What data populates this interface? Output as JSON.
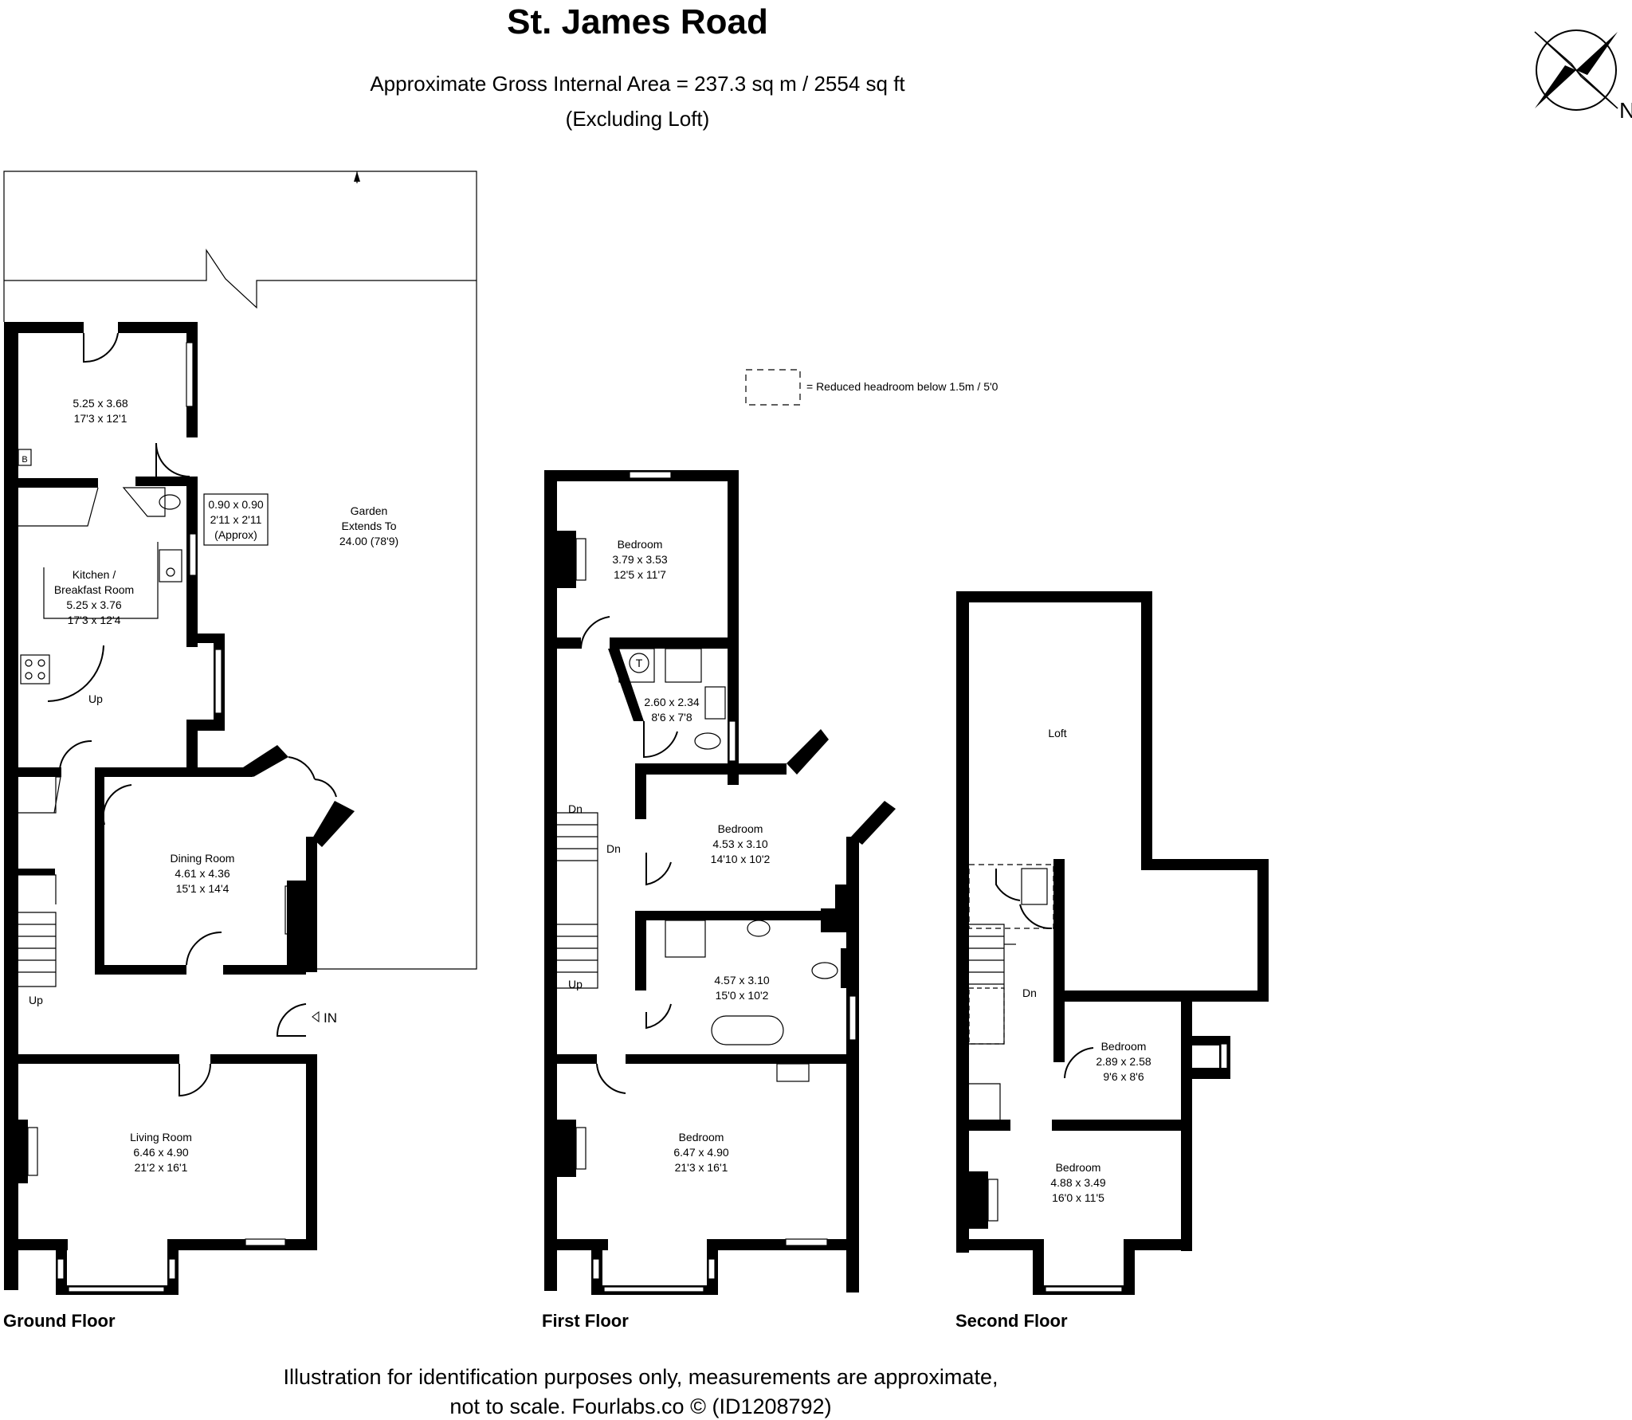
{
  "title": "St. James Road",
  "subtitle_line1": "Approximate Gross Internal Area = 237.3 sq m / 2554 sq ft",
  "subtitle_line2": "(Excluding Loft)",
  "compass": {
    "label": "N",
    "icon": "compass-rose-icon"
  },
  "legend": {
    "text": "= Reduced headroom below 1.5m / 5'0"
  },
  "footer": {
    "line1": "Illustration for identification purposes only, measurements are approximate,",
    "line2": "not to scale. Fourlabs.co © (ID1208792)"
  },
  "floors": {
    "ground": {
      "name": "Ground Floor",
      "rooms": {
        "rear_room": {
          "name": "",
          "metric": "5.25 x 3.68",
          "imperial": "17'3 x 12'1"
        },
        "wc": {
          "name": "",
          "metric": "0.90 x 0.90",
          "imperial": "2'11 x 2'11",
          "note": "(Approx)"
        },
        "kitchen": {
          "name_line1": "Kitchen /",
          "name_line2": "Breakfast Room",
          "metric": "5.25 x 3.76",
          "imperial": "17'3 x 12'4"
        },
        "garden": {
          "name": "Garden",
          "line2": "Extends To",
          "line3": "24.00 (78'9)"
        },
        "dining": {
          "name": "Dining Room",
          "metric": "4.61 x 4.36",
          "imperial": "15'1 x 14'4"
        },
        "living": {
          "name": "Living Room",
          "metric": "6.46 x 4.90",
          "imperial": "21'2 x 16'1"
        }
      },
      "labels": {
        "boiler": "B",
        "up_kitchen": "Up",
        "up_stairs": "Up",
        "entrance": "IN"
      }
    },
    "first": {
      "name": "First Floor",
      "rooms": {
        "bedroom_rear": {
          "name": "Bedroom",
          "metric": "3.79 x 3.53",
          "imperial": "12'5 x 11'7"
        },
        "shower": {
          "name": "",
          "metric": "2.60 x 2.34",
          "imperial": "8'6 x 7'8"
        },
        "bedroom_mid": {
          "name": "Bedroom",
          "metric": "4.53 x 3.10",
          "imperial": "14'10 x 10'2"
        },
        "bathroom": {
          "name": "",
          "metric": "4.57 x 3.10",
          "imperial": "15'0 x 10'2"
        },
        "bedroom_front": {
          "name": "Bedroom",
          "metric": "6.47 x 4.90",
          "imperial": "21'3 x 16'1"
        }
      },
      "labels": {
        "tank": "T",
        "dn1": "Dn",
        "dn2": "Dn",
        "up": "Up"
      }
    },
    "second": {
      "name": "Second Floor",
      "rooms": {
        "loft": {
          "name": "Loft"
        },
        "bedroom_small": {
          "name": "Bedroom",
          "metric": "2.89 x 2.58",
          "imperial": "9'6 x 8'6"
        },
        "bedroom_front": {
          "name": "Bedroom",
          "metric": "4.88 x 3.49",
          "imperial": "16'0 x 11'5"
        }
      },
      "labels": {
        "dn": "Dn"
      }
    }
  }
}
